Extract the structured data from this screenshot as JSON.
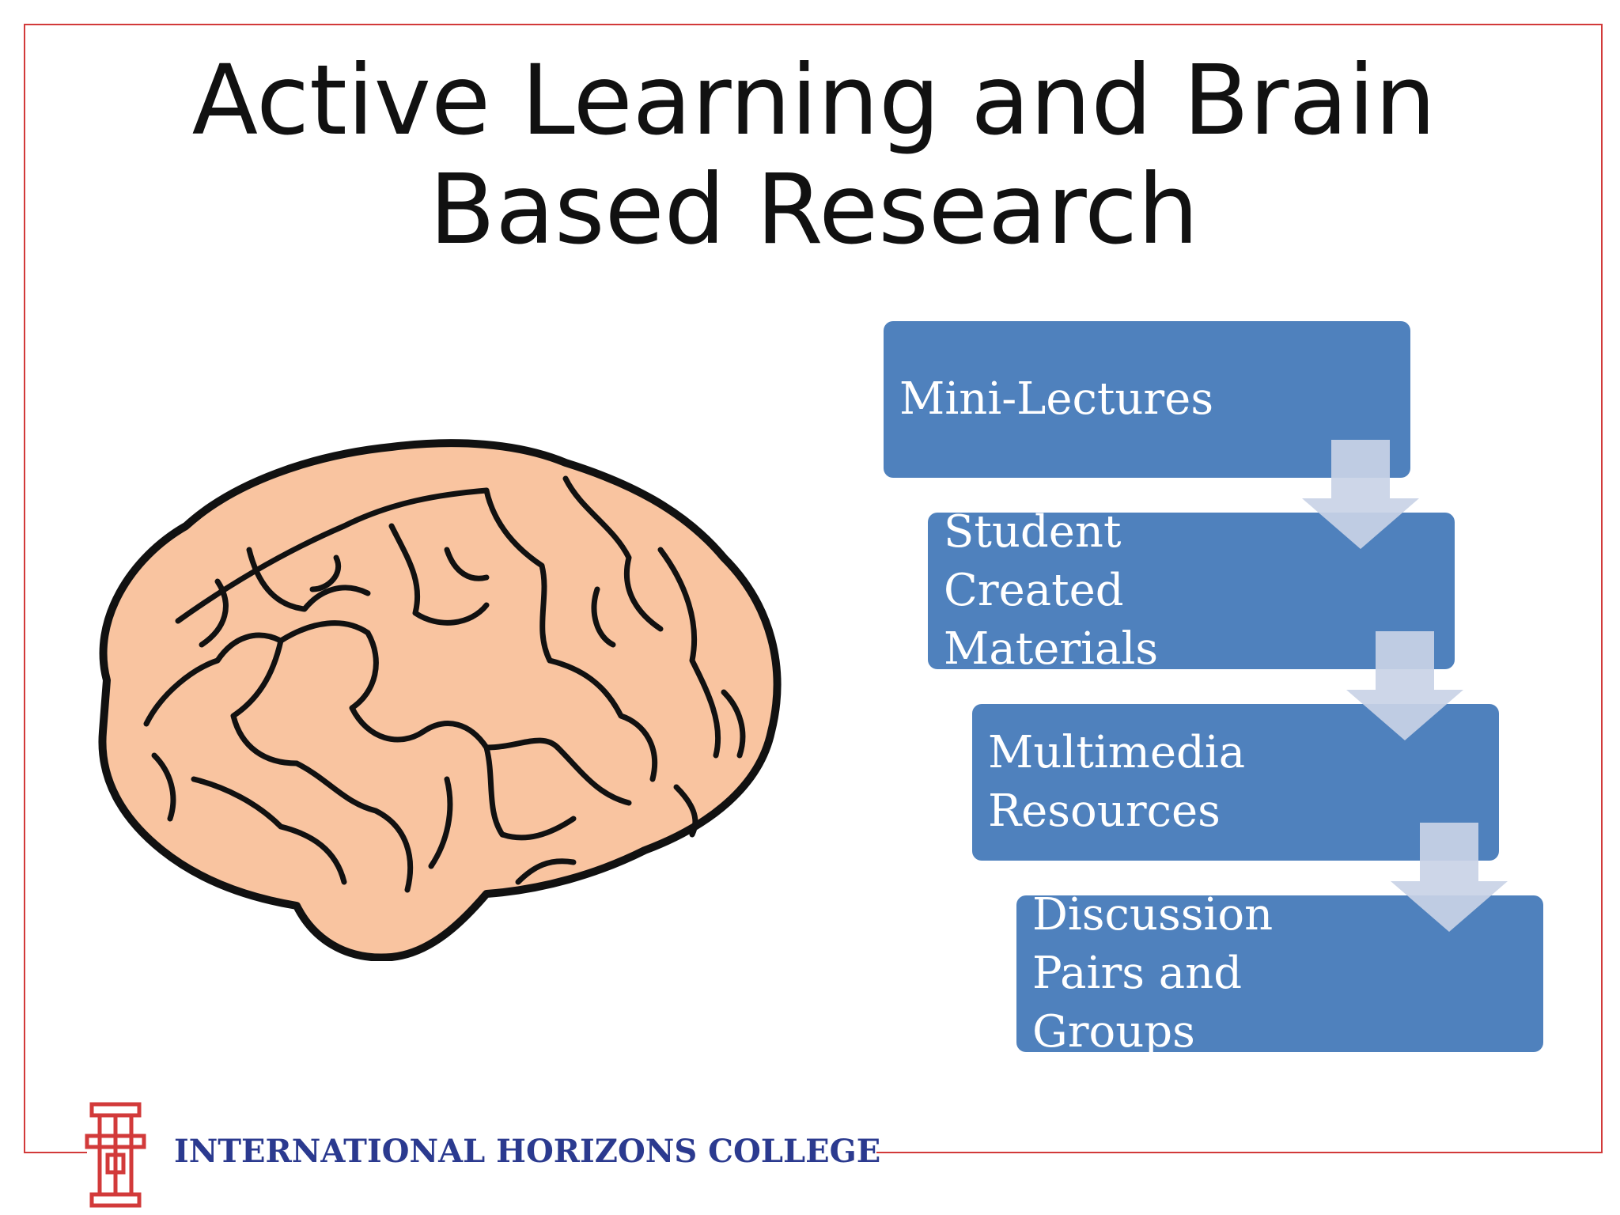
{
  "slide": {
    "title": "Active Learning and Brain Based Research",
    "accent_color": "#d23a3a"
  },
  "process": {
    "box_color": "#4f81bd",
    "arrow_color": "#c9d3e6",
    "steps": [
      {
        "label": "Mini-Lectures"
      },
      {
        "label": "Student Created Materials"
      },
      {
        "label": "Multimedia Resources"
      },
      {
        "label": "Discussion Pairs and Groups"
      }
    ]
  },
  "illustration": {
    "icon": "brain-icon",
    "fill_color": "#f9c4a0"
  },
  "footer": {
    "college_name": "INTERNATIONAL HORIZONS COLLEGE",
    "logo_icon": "college-logo-icon",
    "name_color": "#2b3a8f"
  }
}
